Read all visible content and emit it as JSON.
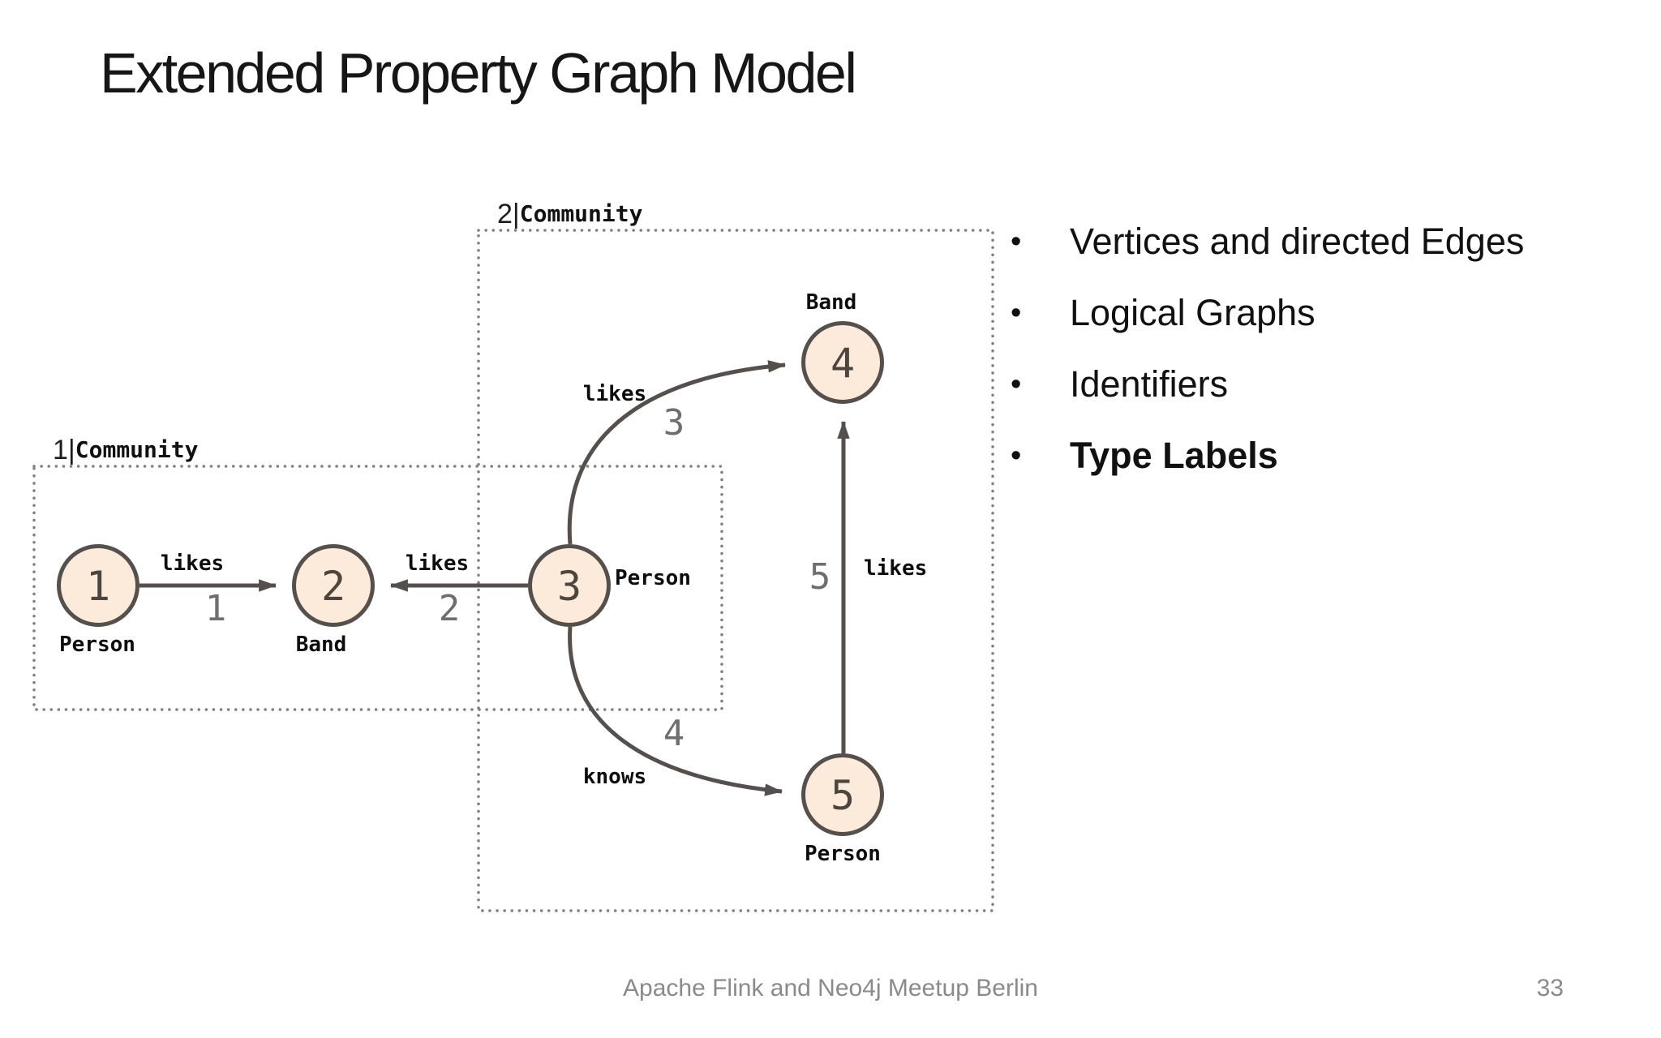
{
  "slide": {
    "title": "Extended Property Graph Model",
    "footer_text": "Apache Flink and Neo4j Meetup Berlin",
    "page_number": "33"
  },
  "bullets": [
    {
      "label": "Vertices and directed Edges",
      "bold": false
    },
    {
      "label": "Logical Graphs",
      "bold": false
    },
    {
      "label": "Identifiers",
      "bold": false
    },
    {
      "label": "Type Labels",
      "bold": true
    }
  ],
  "graph": {
    "communities": [
      {
        "id_label": "1|",
        "name": "Community"
      },
      {
        "id_label": "2|",
        "name": "Community"
      }
    ],
    "nodes": [
      {
        "id": "1",
        "type": "Person"
      },
      {
        "id": "2",
        "type": "Band"
      },
      {
        "id": "3",
        "type": "Person"
      },
      {
        "id": "4",
        "type": "Band"
      },
      {
        "id": "5",
        "type": "Person"
      }
    ],
    "edges": [
      {
        "id": "1",
        "label": "likes",
        "from": "1",
        "to": "2"
      },
      {
        "id": "2",
        "label": "likes",
        "from": "3",
        "to": "2"
      },
      {
        "id": "3",
        "label": "likes",
        "from": "3",
        "to": "4"
      },
      {
        "id": "4",
        "label": "knows",
        "from": "3",
        "to": "5"
      },
      {
        "id": "5",
        "label": "likes",
        "from": "5",
        "to": "4"
      }
    ],
    "colors": {
      "node_fill": "#fcebdb",
      "node_stroke": "#55504b",
      "edge_stroke": "#55504b",
      "community_border": "#7f7f7f",
      "edge_number": "#6e6e6e"
    }
  }
}
